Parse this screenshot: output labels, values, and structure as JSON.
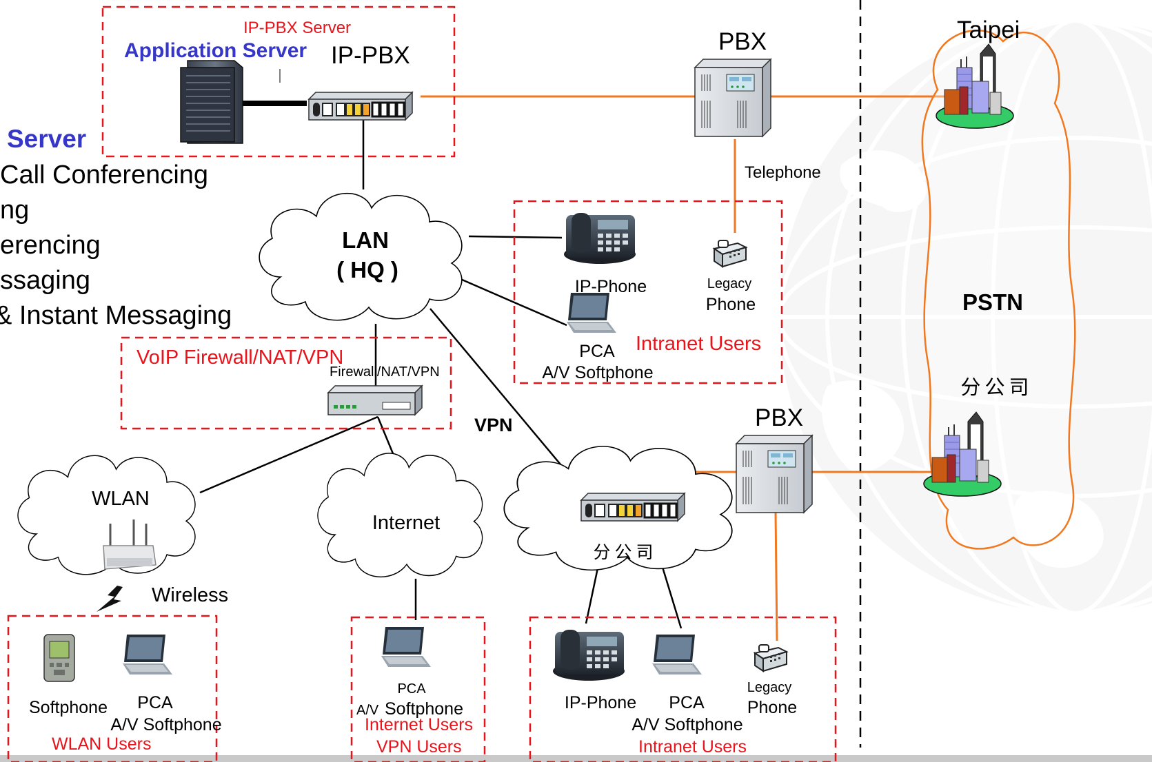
{
  "left_text": {
    "server_heading": "Server",
    "features": [
      "Call Conferencing",
      "ng",
      "erencing",
      "ssaging",
      "& Instant Messaging"
    ]
  },
  "hq": {
    "group_label": "IP-PBX Server",
    "application_server_label": "Application Server",
    "ip_pbx_label": "IP-PBX",
    "lan_label_line1": "LAN",
    "lan_label_line2": "( HQ )"
  },
  "pbx_top": {
    "label": "PBX",
    "telephone_label": "Telephone"
  },
  "intranet_hq": {
    "ip_phone_label": "IP-Phone",
    "legacy_label": "Legacy",
    "phone_label": "Phone",
    "pca_label": "PCA",
    "softphone_label": "A/V Softphone",
    "group_label": "Intranet Users"
  },
  "firewall": {
    "group_label": "VoIP Firewall/NAT/VPN",
    "device_label": "Firewall/NAT/VPN"
  },
  "vpn_label": "VPN",
  "wlan": {
    "cloud_label": "WLAN",
    "wireless_label": "Wireless",
    "softphone_label": "Softphone",
    "pca_label": "PCA",
    "av_softphone_label": "A/V Softphone",
    "group_label": "WLAN Users"
  },
  "internet": {
    "cloud_label": "Internet",
    "pca_label": "PCA",
    "av_label": "A/V",
    "softphone_label": "Softphone",
    "group_label_1": "Internet Users",
    "group_label_2": "VPN Users"
  },
  "branch": {
    "cloud_label": "分公司",
    "pbx_label": "PBX",
    "ip_phone_label": "IP-Phone",
    "pca_label": "PCA",
    "av_softphone_label": "A/V Softphone",
    "legacy_label": "Legacy",
    "phone_label": "Phone",
    "group_label": "Intranet Users"
  },
  "pstn": {
    "taipei_label": "Taipei",
    "pstn_label": "PSTN",
    "branch_label": "分公司"
  },
  "colors": {
    "accent_red": "#e8141b",
    "link_orange": "#f07820",
    "heading_blue": "#3636c8",
    "building_green": "#33cc66"
  }
}
